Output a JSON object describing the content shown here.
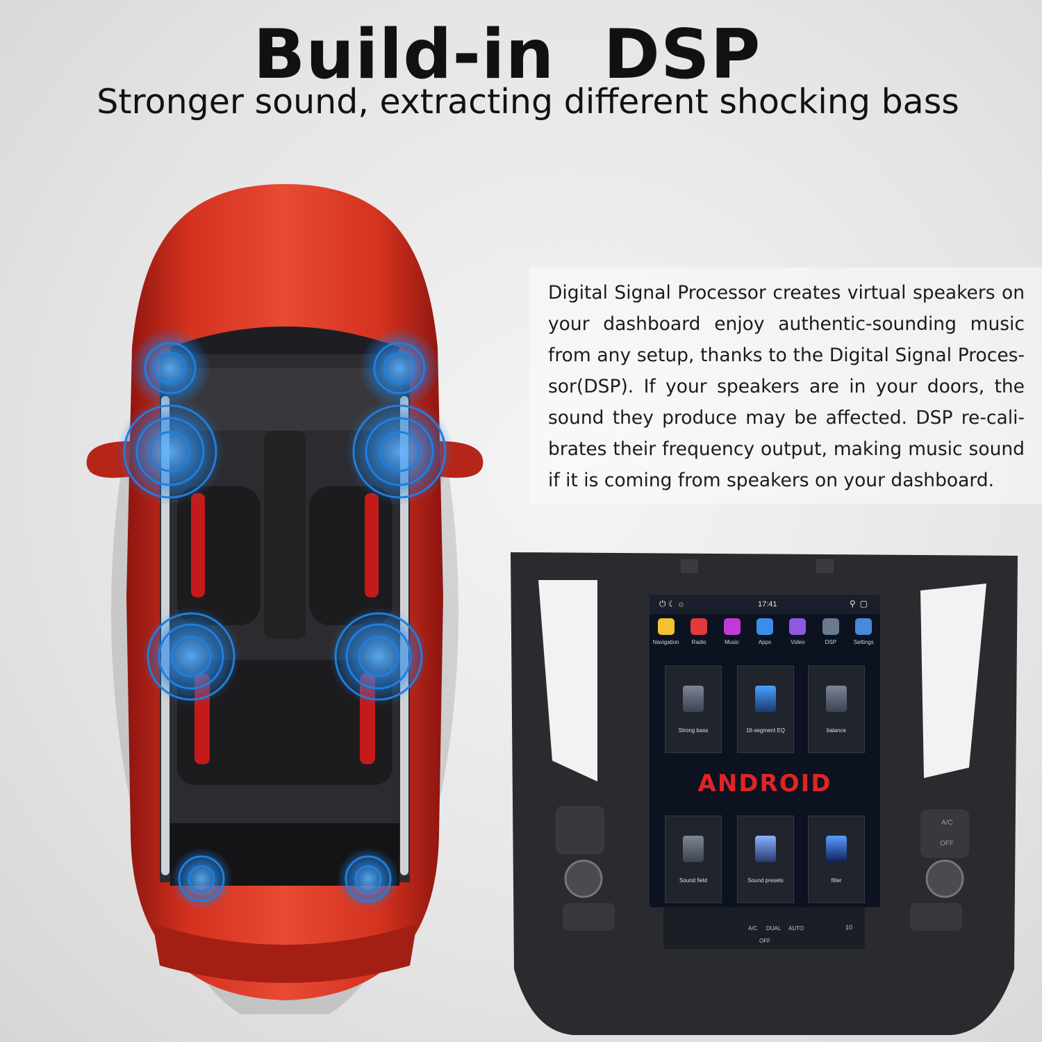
{
  "headline": "Build-in  DSP",
  "subheadline": "Stronger sound, extracting different shocking bass",
  "description": "Digital Signal Processor creates virtual speakers on your dashboard enjoy authentic-sounding music from any setup, thanks to the Digital Signal Proces-sor(DSP). If your speakers are in your doors, the sound they produce may be affected. DSP re-cali-brates their frequency output, making music sound if it is coming from speakers on your dashboard.",
  "colors": {
    "car_body": "#c8281e",
    "speaker_glow": "#1f7fe0",
    "screen_bg": "#0c1220",
    "android_red": "#e02424",
    "android_blue": "#1a9be0"
  },
  "head_unit": {
    "status_time": "17:41",
    "apps": [
      {
        "label": "Navigation",
        "icon": "navigation-icon",
        "color": "#f2c230"
      },
      {
        "label": "Radio",
        "icon": "radio-icon",
        "color": "#e23a3a"
      },
      {
        "label": "Music",
        "icon": "music-icon",
        "color": "#c03ad8"
      },
      {
        "label": "Apps",
        "icon": "apps-icon",
        "color": "#3a8ee6"
      },
      {
        "label": "Video",
        "icon": "video-icon",
        "color": "#8f5ae0"
      },
      {
        "label": "DSP",
        "icon": "dsp-icon",
        "color": "#6a7a90"
      },
      {
        "label": "Settings",
        "icon": "settings-icon",
        "color": "#4a88d8"
      }
    ],
    "tiles_top": [
      "Strong bass",
      "16-segment EQ",
      "balance"
    ],
    "tiles_bottom": [
      "Sound field",
      "Sound presets",
      "filter"
    ],
    "logo_text": "ANDROID",
    "bottom_bar": {
      "ac": "A/C",
      "dual": "DUAL",
      "auto": "AUTO",
      "off": "OFF",
      "volume": "10"
    },
    "panel_buttons": {
      "ac": "A/C",
      "off": "OFF"
    }
  }
}
